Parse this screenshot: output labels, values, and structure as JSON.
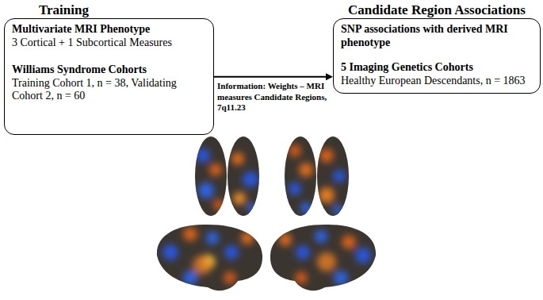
{
  "diagram": {
    "nodes": [
      {
        "text": [
          "Training",
          "Multivariate MRI Phenotype",
          "3 Cortical + 1 Subcortical Measures",
          "Williams Syndrome Cohorts",
          "Training Cohort 1, n = 38, Validating Cohort 2, n = 60"
        ]
      },
      {
        "text": [
          "Candidate Region Associations",
          "SNP associations with derived MRI phenotype",
          "5 Imaging Genetics Cohorts",
          "Healthy European Descendants, n = 1863"
        ]
      }
    ],
    "edges": [
      {
        "from": 0,
        "to": 1,
        "arrow": "to",
        "label": "Information: Weights – MRI measures Candidate Regions, 7q11.23"
      }
    ]
  }
}
